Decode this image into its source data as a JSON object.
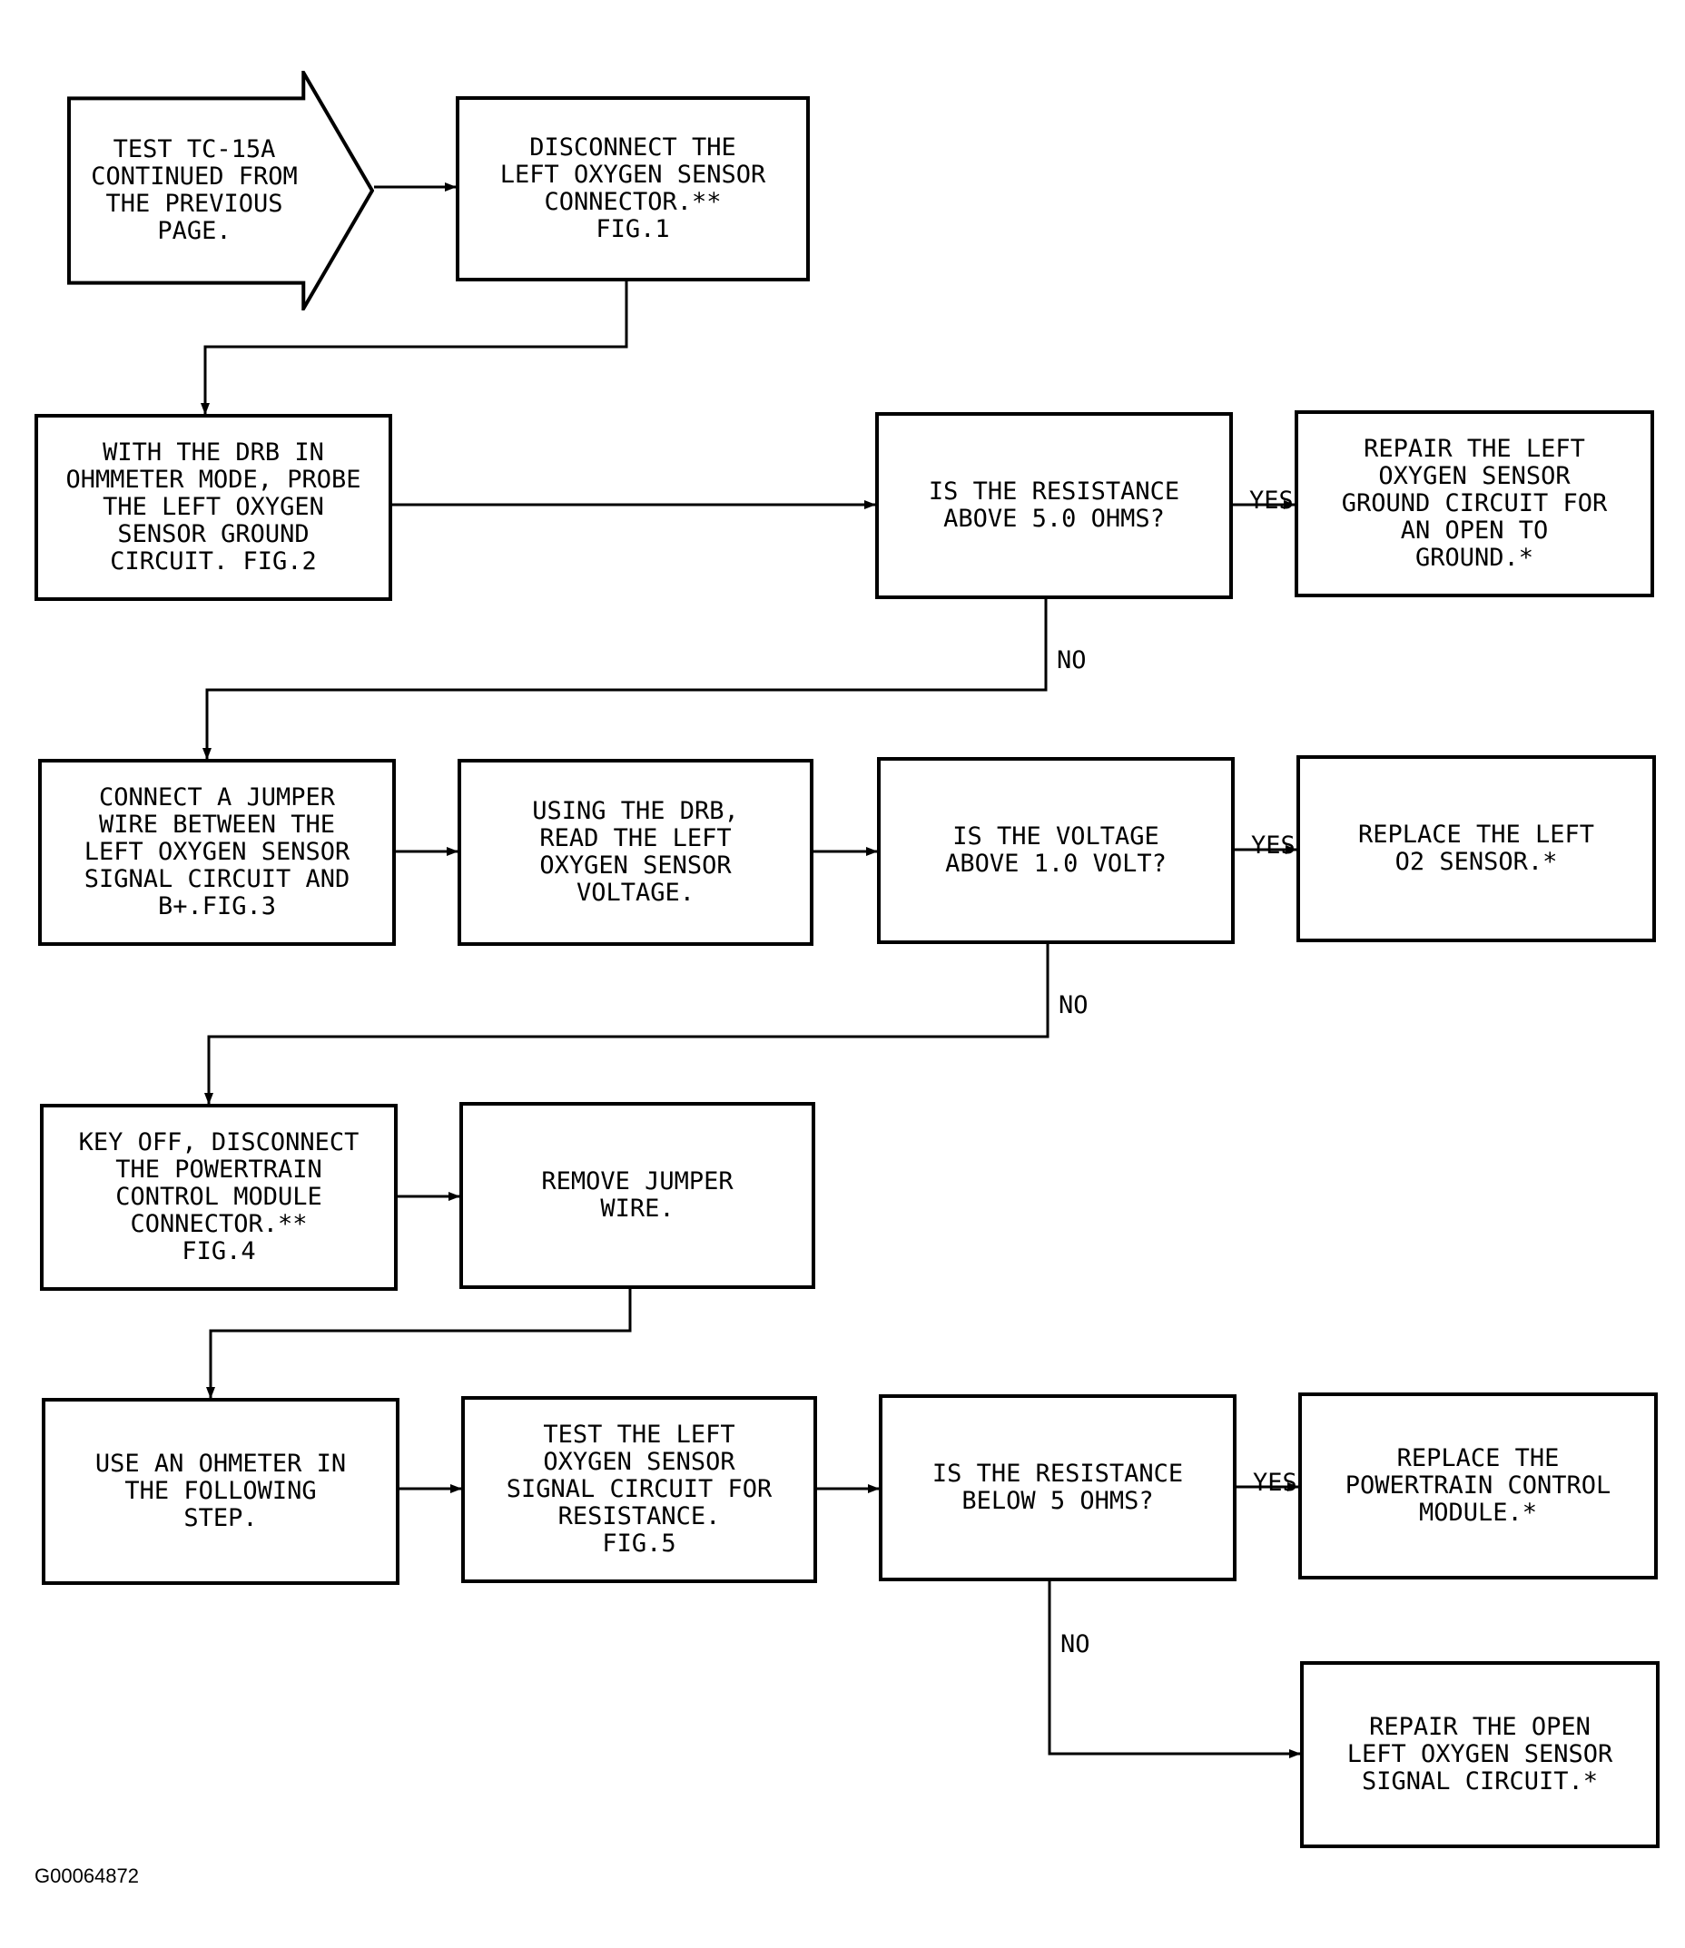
{
  "diagram": {
    "figure_id": "G00064872",
    "nodes": [
      {
        "id": "start",
        "label": "TEST TC-15A\nCONTINUED FROM\nTHE PREVIOUS\nPAGE."
      },
      {
        "id": "disconnect-o2",
        "label": "DISCONNECT THE\nLEFT OXYGEN SENSOR\nCONNECTOR.**\nFIG.1"
      },
      {
        "id": "probe-ground",
        "label": "WITH THE DRB IN\nOHMMETER MODE, PROBE\nTHE LEFT OXYGEN\nSENSOR GROUND\nCIRCUIT. FIG.2"
      },
      {
        "id": "q-resistance-above",
        "label": "IS THE RESISTANCE\nABOVE 5.0 OHMS?"
      },
      {
        "id": "repair-ground",
        "label": "REPAIR THE LEFT\nOXYGEN SENSOR\nGROUND CIRCUIT FOR\nAN OPEN TO\nGROUND.*"
      },
      {
        "id": "connect-jumper",
        "label": "CONNECT A JUMPER\nWIRE BETWEEN THE\nLEFT OXYGEN SENSOR\nSIGNAL CIRCUIT AND\nB+.FIG.3"
      },
      {
        "id": "read-voltage",
        "label": "USING THE DRB,\nREAD THE LEFT\nOXYGEN SENSOR\nVOLTAGE."
      },
      {
        "id": "q-voltage",
        "label": "IS THE VOLTAGE\nABOVE 1.0 VOLT?"
      },
      {
        "id": "replace-o2",
        "label": "REPLACE THE LEFT\nO2 SENSOR.*"
      },
      {
        "id": "key-off",
        "label": "KEY OFF, DISCONNECT\nTHE POWERTRAIN\nCONTROL MODULE\nCONNECTOR.**\nFIG.4"
      },
      {
        "id": "remove-jumper",
        "label": "REMOVE JUMPER\nWIRE."
      },
      {
        "id": "use-ohmmeter",
        "label": "USE AN OHMETER IN\nTHE FOLLOWING\nSTEP."
      },
      {
        "id": "test-signal",
        "label": "TEST THE LEFT\nOXYGEN SENSOR\nSIGNAL CIRCUIT FOR\nRESISTANCE.\nFIG.5"
      },
      {
        "id": "q-resistance-below",
        "label": "IS THE RESISTANCE\nBELOW 5 OHMS?"
      },
      {
        "id": "replace-pcm",
        "label": "REPLACE THE\nPOWERTRAIN CONTROL\nMODULE.*"
      },
      {
        "id": "repair-signal",
        "label": "REPAIR THE OPEN\nLEFT OXYGEN SENSOR\nSIGNAL CIRCUIT.*"
      }
    ],
    "edges": [
      {
        "from": "start",
        "to": "disconnect-o2",
        "label": ""
      },
      {
        "from": "disconnect-o2",
        "to": "probe-ground",
        "label": ""
      },
      {
        "from": "probe-ground",
        "to": "q-resistance-above",
        "label": ""
      },
      {
        "from": "q-resistance-above",
        "to": "repair-ground",
        "label": "YES"
      },
      {
        "from": "q-resistance-above",
        "to": "connect-jumper",
        "label": "NO"
      },
      {
        "from": "connect-jumper",
        "to": "read-voltage",
        "label": ""
      },
      {
        "from": "read-voltage",
        "to": "q-voltage",
        "label": ""
      },
      {
        "from": "q-voltage",
        "to": "replace-o2",
        "label": "YES"
      },
      {
        "from": "q-voltage",
        "to": "key-off",
        "label": "NO"
      },
      {
        "from": "key-off",
        "to": "remove-jumper",
        "label": ""
      },
      {
        "from": "remove-jumper",
        "to": "use-ohmmeter",
        "label": ""
      },
      {
        "from": "use-ohmmeter",
        "to": "test-signal",
        "label": ""
      },
      {
        "from": "test-signal",
        "to": "q-resistance-below",
        "label": ""
      },
      {
        "from": "q-resistance-below",
        "to": "replace-pcm",
        "label": "YES"
      },
      {
        "from": "q-resistance-below",
        "to": "repair-signal",
        "label": "NO"
      }
    ]
  }
}
